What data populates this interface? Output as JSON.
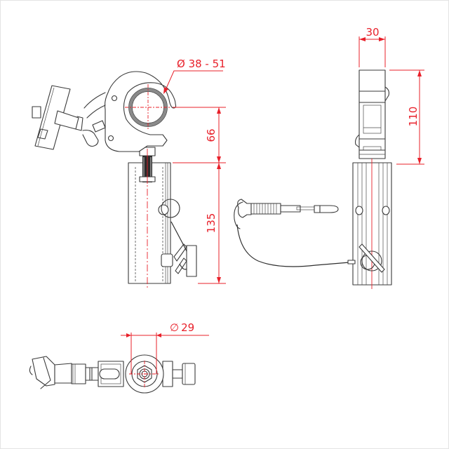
{
  "drawing": {
    "subject": "Truss half-coupler clamp with spigot — three-view technical drawing",
    "colors": {
      "line": "#3a3a3a",
      "dimension": "#e8202a",
      "tube_section": "#8a8a8a",
      "background": "#ffffff"
    },
    "views": [
      {
        "id": "front-view",
        "label": "Front view (clamp + spigot)"
      },
      {
        "id": "side-view",
        "label": "Side view (with safety pin and cable)"
      },
      {
        "id": "top-view",
        "label": "Top view"
      }
    ],
    "dimensions": {
      "tube_diameter_range": "Ø 38 - 51",
      "tube_diameter_symbol": "∅",
      "tube_diameter_value": "38 - 51",
      "clamp_height": "66",
      "spigot_length": "135",
      "side_width": "30",
      "side_height": "110",
      "spigot_diameter_symbol": "∅",
      "spigot_diameter_value": "29"
    }
  }
}
